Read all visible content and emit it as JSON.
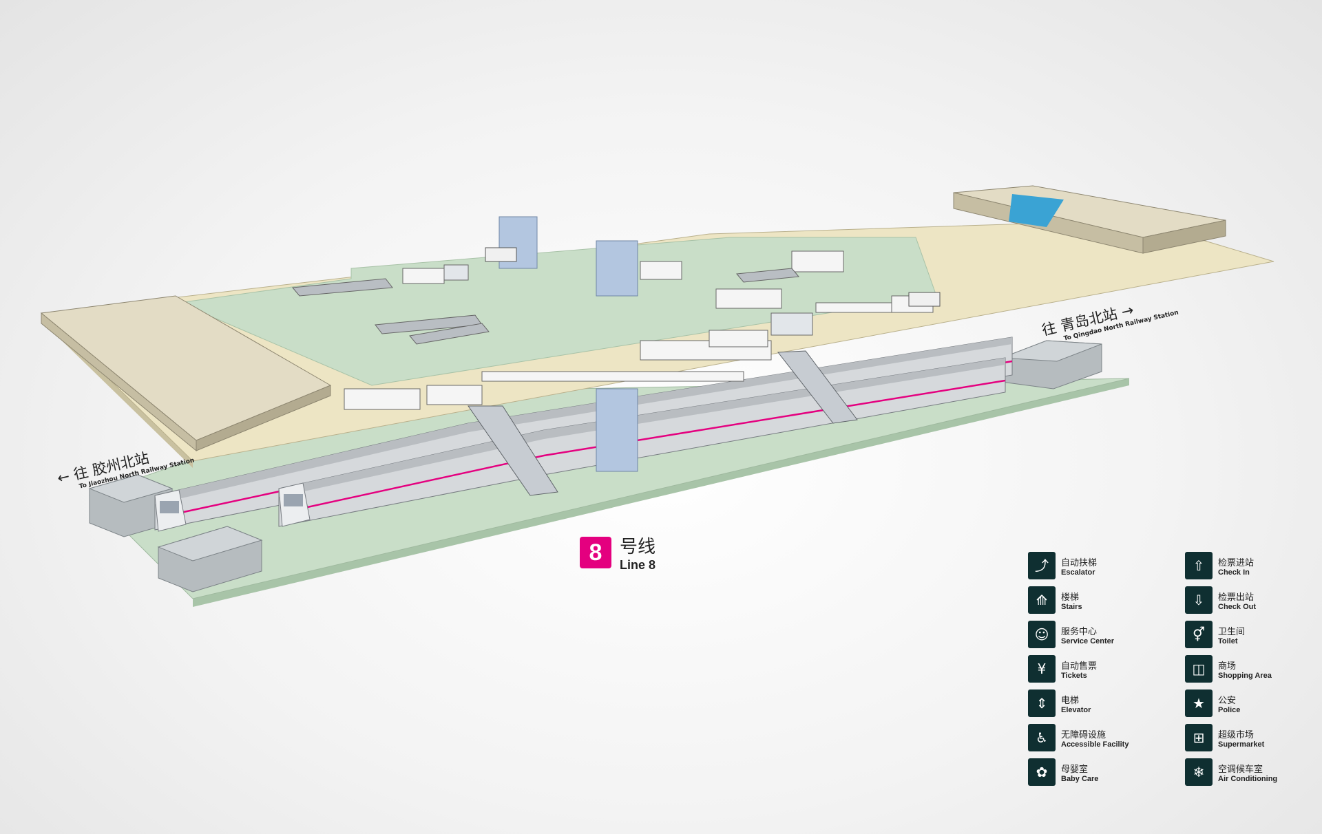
{
  "directions": {
    "west": {
      "zh": "往 胶州北站",
      "en": "To Jiaozhou North Railway Station"
    },
    "east": {
      "zh": "往 青岛北站",
      "en": "To Qingdao North Railway Station"
    }
  },
  "line": {
    "number": "8",
    "zh": "号线",
    "en": "Line 8",
    "color": "#e4007f"
  },
  "colors": {
    "platform_green": "#c9dec8",
    "concourse_beige": "#ede5c4",
    "icon_bg": "#0f2f31",
    "police_blue": "#3aa3d4"
  },
  "legend": [
    {
      "zh": "自动扶梯",
      "en": "Escalator",
      "icon": "escalator-icon"
    },
    {
      "zh": "检票进站",
      "en": "Check In",
      "icon": "check-in-icon"
    },
    {
      "zh": "楼梯",
      "en": "Stairs",
      "icon": "stairs-icon"
    },
    {
      "zh": "检票出站",
      "en": "Check Out",
      "icon": "check-out-icon"
    },
    {
      "zh": "服务中心",
      "en": "Service Center",
      "icon": "service-center-icon"
    },
    {
      "zh": "卫生间",
      "en": "Toilet",
      "icon": "toilet-icon"
    },
    {
      "zh": "自动售票",
      "en": "Tickets",
      "icon": "tickets-icon"
    },
    {
      "zh": "商场",
      "en": "Shopping Area",
      "icon": "shopping-icon"
    },
    {
      "zh": "电梯",
      "en": "Elevator",
      "icon": "elevator-icon"
    },
    {
      "zh": "公安",
      "en": "Police",
      "icon": "police-icon"
    },
    {
      "zh": "无障碍设施",
      "en": "Accessible Facility",
      "icon": "accessible-icon"
    },
    {
      "zh": "超级市场",
      "en": "Supermarket",
      "icon": "supermarket-icon"
    },
    {
      "zh": "母婴室",
      "en": "Baby Care",
      "icon": "baby-care-icon"
    },
    {
      "zh": "空调候车室",
      "en": "Air Conditioning",
      "icon": "air-conditioning-icon"
    }
  ]
}
